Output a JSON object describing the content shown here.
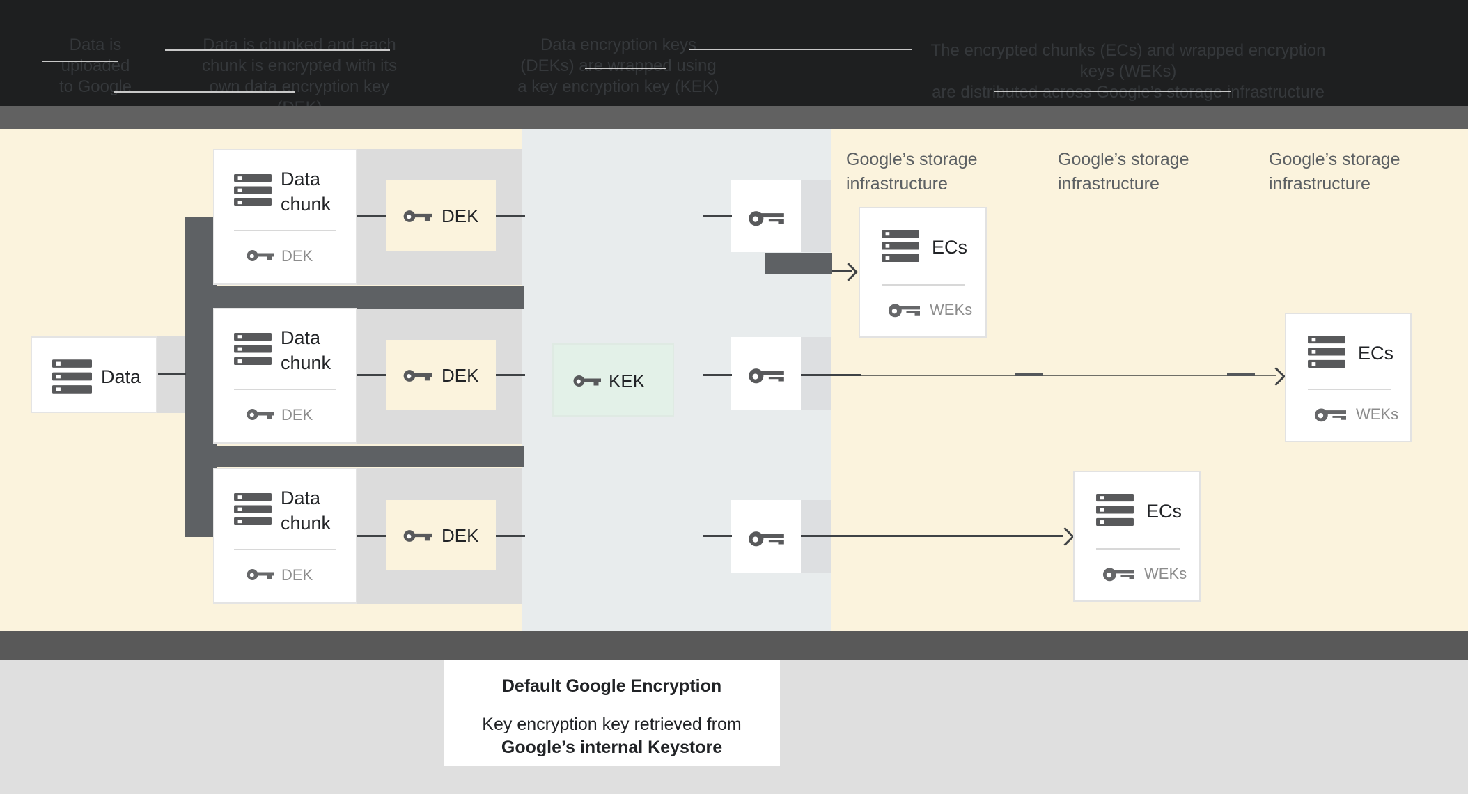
{
  "header": {
    "captions": [
      {
        "lines": [
          "Data is",
          "uploaded",
          "to Google"
        ]
      },
      {
        "lines": [
          "Data is chunked and each",
          "chunk is encrypted with its",
          "own data encryption key (DEK)"
        ]
      },
      {
        "lines": [
          "Data encryption keys",
          "(DEKs) are wrapped using",
          "a key encryption key (KEK)"
        ]
      },
      {
        "lines": [
          "The encrypted chunks (ECs) and wrapped encryption keys (WEKs)",
          "are distributed across Google’s storage infrastructure"
        ]
      }
    ]
  },
  "diagram": {
    "data_box": {
      "label": "Data"
    },
    "chunks": [
      {
        "title": "Data chunk",
        "key_label": "DEK"
      },
      {
        "title": "Data chunk",
        "key_label": "DEK"
      },
      {
        "title": "Data chunk",
        "key_label": "DEK"
      }
    ],
    "deks": [
      {
        "label": "DEK"
      },
      {
        "label": "DEK"
      },
      {
        "label": "DEK"
      }
    ],
    "kek": {
      "label": "KEK"
    },
    "storage_labels": [
      {
        "l1": "Google’s storage",
        "l2": "infrastructure"
      },
      {
        "l1": "Google’s storage",
        "l2": "infrastructure"
      },
      {
        "l1": "Google’s storage",
        "l2": "infrastructure"
      }
    ],
    "ecs": [
      {
        "title": "ECs",
        "key_label": "WEKs"
      },
      {
        "title": "ECs",
        "key_label": "WEKs"
      },
      {
        "title": "ECs",
        "key_label": "WEKs"
      }
    ]
  },
  "footer": {
    "title": "Default Google Encryption",
    "line1": "Key encryption key retrieved from",
    "line2": "Google’s internal Keystore"
  },
  "colors": {
    "cream_zone": "#fbf3dd",
    "bluegray_zone": "#e8eced",
    "mint_kek": "#e3f1e8",
    "dark_gray": "#5e6164",
    "track_gray": "#dcdcdc",
    "header_black": "#1e1f20",
    "line_dark": "#3f4245"
  }
}
